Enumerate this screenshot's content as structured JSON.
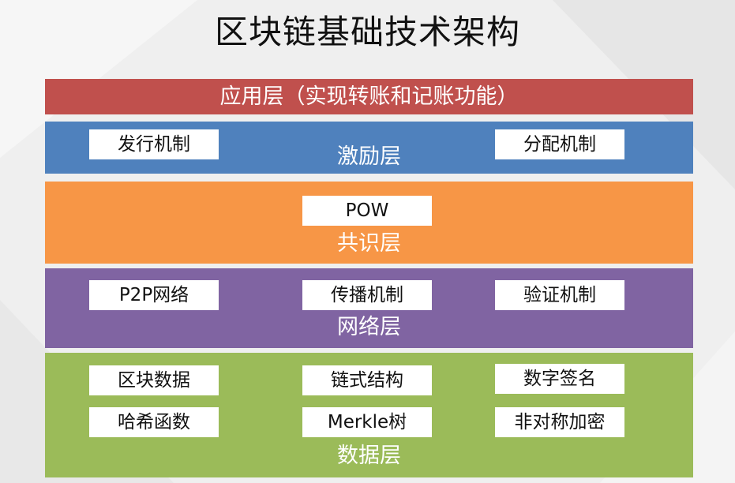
{
  "title": "区块链基础技术架构",
  "colors": {
    "application": "#c0504d",
    "incentive": "#4f81bd",
    "consensus": "#f79646",
    "network": "#8064a2",
    "data": "#9bbb59",
    "background": "#efefef"
  },
  "layers": {
    "application": {
      "label": "应用层（实现转账和记账功能）"
    },
    "incentive": {
      "label": "激励层",
      "items": [
        "发行机制",
        "分配机制"
      ]
    },
    "consensus": {
      "label": "共识层",
      "items": [
        "POW"
      ]
    },
    "network": {
      "label": "网络层",
      "items": [
        "P2P网络",
        "传播机制",
        "验证机制"
      ]
    },
    "data": {
      "label": "数据层",
      "items": [
        "区块数据",
        "链式结构",
        "数字签名",
        "哈希函数",
        "Merkle树",
        "非对称加密"
      ]
    }
  }
}
